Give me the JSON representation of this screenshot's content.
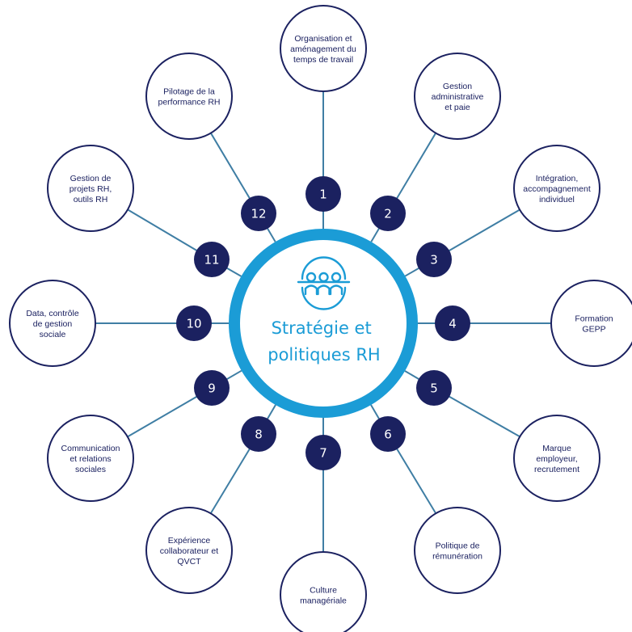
{
  "center": {
    "title_lines": [
      "Stratégie et",
      "politiques RH"
    ],
    "icon": "team-people-icon"
  },
  "colors": {
    "navy": "#1b2160",
    "accent_blue": "#1b9cd6",
    "connector": "#3f7ea4",
    "circle_border": "#1b2160",
    "background": "#ffffff"
  },
  "items": [
    {
      "number": "1",
      "lines": [
        "Organisation et",
        "aménagement du",
        "temps de travail"
      ]
    },
    {
      "number": "2",
      "lines": [
        "Gestion",
        "administrative",
        "et paie"
      ]
    },
    {
      "number": "3",
      "lines": [
        "Intégration,",
        "accompagnement",
        "individuel"
      ]
    },
    {
      "number": "4",
      "lines": [
        "Formation",
        "GEPP"
      ]
    },
    {
      "number": "5",
      "lines": [
        "Marque",
        "employeur,",
        "recrutement"
      ]
    },
    {
      "number": "6",
      "lines": [
        "Politique de",
        "rémunération"
      ]
    },
    {
      "number": "7",
      "lines": [
        "Culture",
        "managériale"
      ]
    },
    {
      "number": "8",
      "lines": [
        "Expérience",
        "collaborateur et",
        "QVCT"
      ]
    },
    {
      "number": "9",
      "lines": [
        "Communication",
        "et relations",
        "sociales"
      ]
    },
    {
      "number": "10",
      "lines": [
        "Data, contrôle",
        "de gestion",
        "sociale"
      ]
    },
    {
      "number": "11",
      "lines": [
        "Gestion de",
        "projets RH,",
        "outils RH"
      ]
    },
    {
      "number": "12",
      "lines": [
        "Pilotage de la",
        "performance RH"
      ]
    }
  ]
}
